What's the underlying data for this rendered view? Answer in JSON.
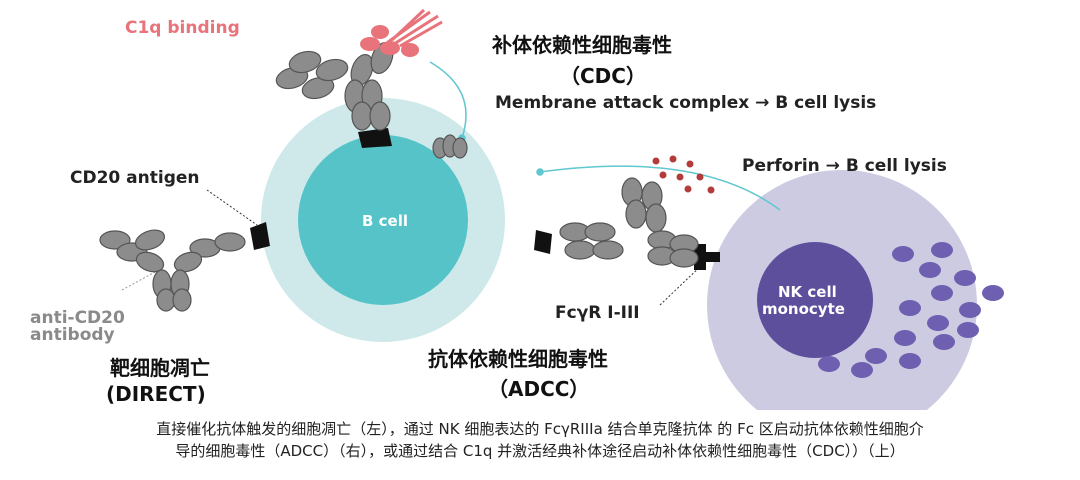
{
  "labels": {
    "c1q_binding": "C1q binding",
    "cdc_title_cn": "补体依赖性细胞毒性",
    "cdc_title_abbr": "（CDC）",
    "membrane_attack": "Membrane attack complex → B cell lysis",
    "perforin": "Perforin → B cell lysis",
    "cd20_antigen": "CD20 antigen",
    "b_cell": "B cell",
    "nk_cell_line1": "NK cell",
    "nk_cell_line2": "monocyte",
    "fcyr": "FcγR I-III",
    "anti_cd20_line1": "anti-CD20",
    "anti_cd20_line2": "antibody",
    "direct_cn": "靶细胞凋亡",
    "direct_abbr": "(DIRECT)",
    "adcc_cn": "抗体依赖性细胞毒性",
    "adcc_abbr": "（ADCC）"
  },
  "caption": {
    "line1": "直接催化抗体触发的细胞凋亡（左），通过 NK 细胞表达的 FcγRIIIa 结合单克隆抗体 的 Fc 区启动抗体依赖性细胞介",
    "line2": "导的细胞毒性（ADCC）（右），或通过结合 C1q 并激活经典补体途径启动补体依赖性细胞毒性（CDC））（上）"
  },
  "colors": {
    "b_cell_outer": "#cfe9ea",
    "b_cell_inner": "#56c3c8",
    "nk_outer": "#c9c6dd",
    "nk_inner": "#5d4f9c",
    "granule": "#6e5fb0",
    "antibody": "#8c8c8c",
    "c1q": "#e8737a",
    "perforin": "#b23b3b",
    "arrow_teal": "#5fc7d0",
    "antigen": "#111111"
  }
}
